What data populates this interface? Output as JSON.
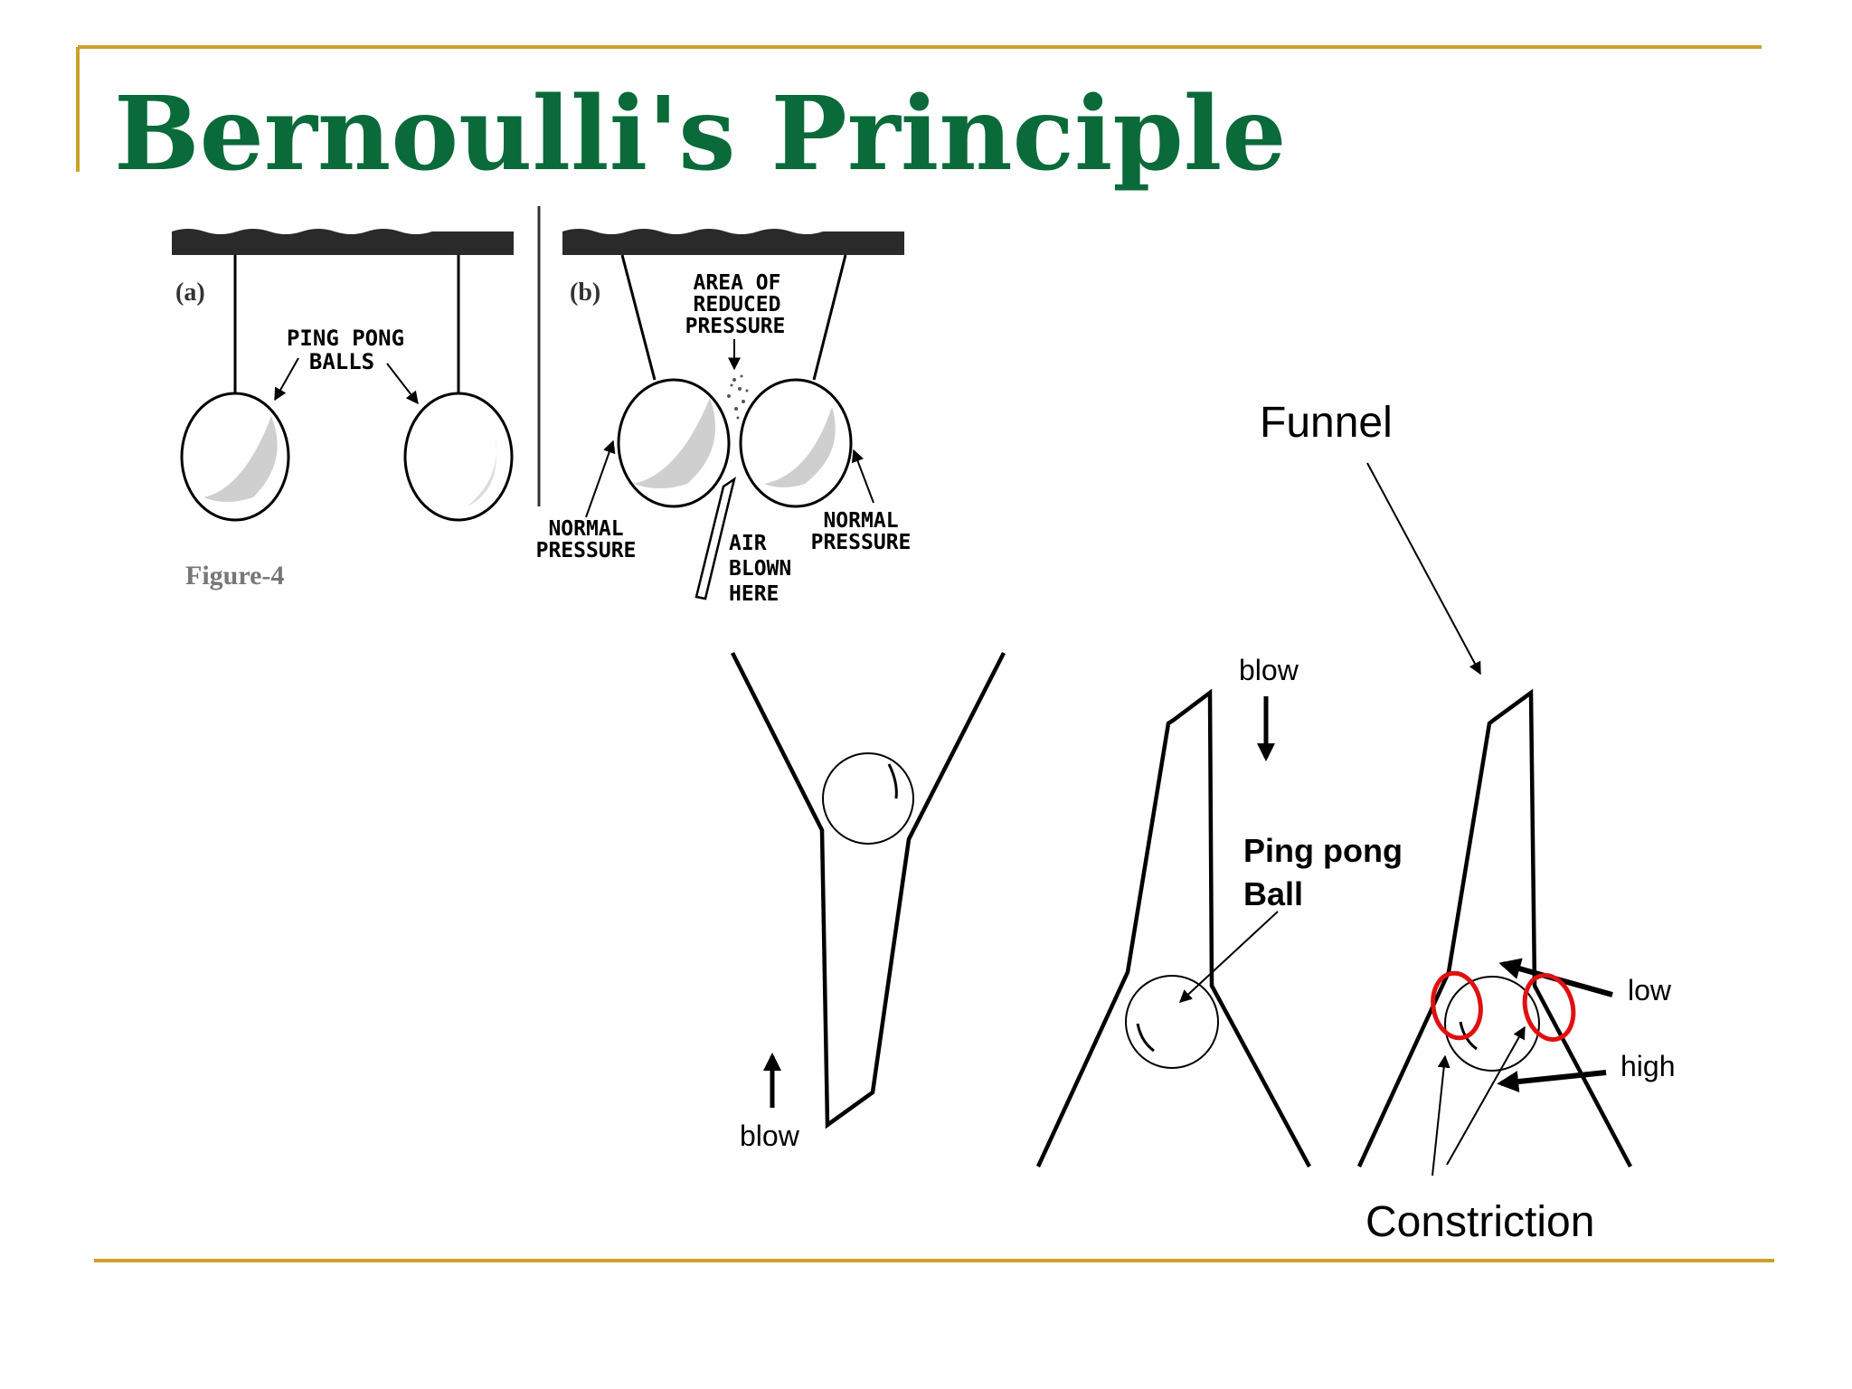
{
  "slide": {
    "title": "Bernoulli's Principle",
    "accent_color": "#c9a227",
    "title_color": "#0a6a3a"
  },
  "figure_top": {
    "panel_a_label": "(a)",
    "panel_b_label": "(b)",
    "ping_pong_line1": "PING PONG",
    "ping_pong_line2": "BALLS",
    "area_line1": "AREA  OF",
    "area_line2": "REDUCED",
    "area_line3": "PRESSURE",
    "normal_left_line1": "NORMAL",
    "normal_left_line2": "PRESSURE",
    "normal_right_line1": "NORMAL",
    "normal_right_line2": "PRESSURE",
    "air_line1": "AIR",
    "air_line2": "BLOWN",
    "air_line3": "HERE",
    "caption": "Figure-4"
  },
  "funnel_diagram": {
    "funnel_label": "Funnel",
    "blow_up_label": "blow",
    "blow_down_label": "blow",
    "ball_label_line1": "Ping pong",
    "ball_label_line2": "Ball",
    "low_label": "low",
    "high_label": "high",
    "constriction_label": "Constriction",
    "highlight_color": "#e01010"
  }
}
